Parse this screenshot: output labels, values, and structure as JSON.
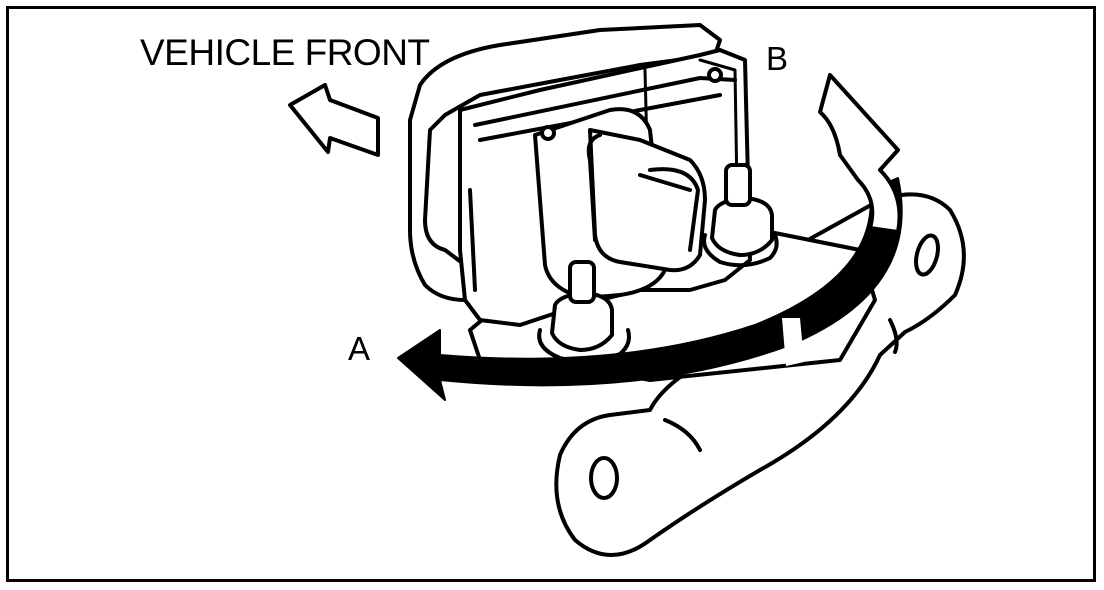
{
  "labels": {
    "vehicle_front": "VEHICLE FRONT",
    "a": "A",
    "b": "B"
  },
  "colors": {
    "ink": "#000000",
    "paper": "#ffffff"
  },
  "icons": {
    "front_arrow": "outline-arrow-left-icon",
    "rotation_a": "curved-arrow-left-icon",
    "rotation_b": "outline-curved-arrow-up-icon"
  }
}
